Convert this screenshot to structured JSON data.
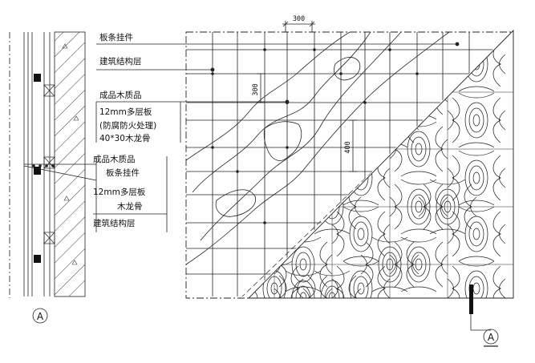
{
  "labels": {
    "upper": [
      "板条挂件",
      "建筑结构层",
      "成品木质品",
      "12mm多层板",
      "(防腐防火处理)",
      "40*30木龙骨"
    ],
    "lower": [
      "成品木质品",
      "板条挂件",
      "12mm多层板",
      "木龙骨",
      "建筑结构层"
    ]
  },
  "dimensions": {
    "top": "300",
    "vertical": "300",
    "diagonal": "400"
  },
  "section_symbol": {
    "left": "A",
    "right": "A"
  }
}
